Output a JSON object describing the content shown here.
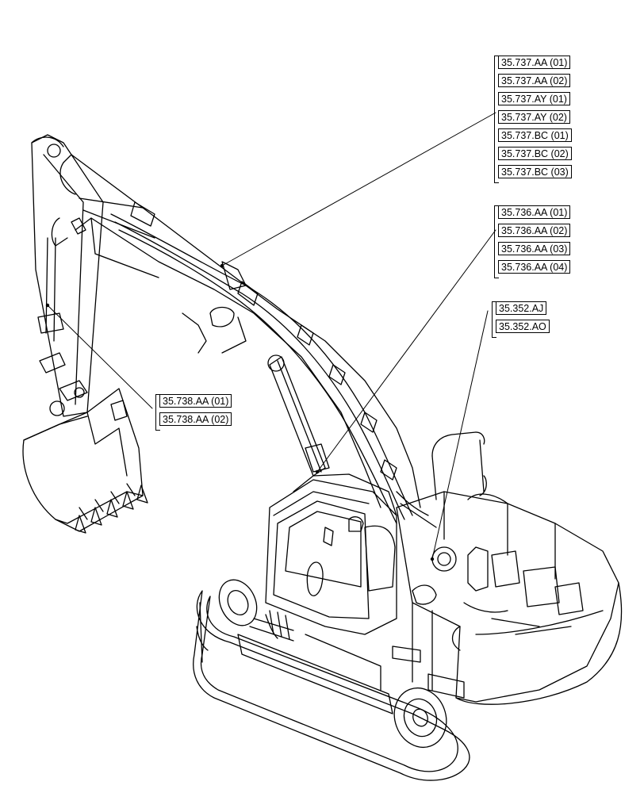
{
  "callout_groups": [
    {
      "id": "boom-lines",
      "labels": [
        "35.737.AA (01)",
        "35.737.AA (02)",
        "35.737.AY (01)",
        "35.737.AY (02)",
        "35.737.BC (01)",
        "35.737.BC (02)",
        "35.737.BC (03)"
      ]
    },
    {
      "id": "boom-cylinder-lines",
      "labels": [
        "35.736.AA (01)",
        "35.736.AA (02)",
        "35.736.AA (03)",
        "35.736.AA (04)"
      ]
    },
    {
      "id": "swivel-joint",
      "labels": [
        "35.352.AJ",
        "35.352.AO"
      ]
    },
    {
      "id": "arm-lines",
      "labels": [
        "35.738.AA (01)",
        "35.738.AA (02)"
      ]
    }
  ]
}
